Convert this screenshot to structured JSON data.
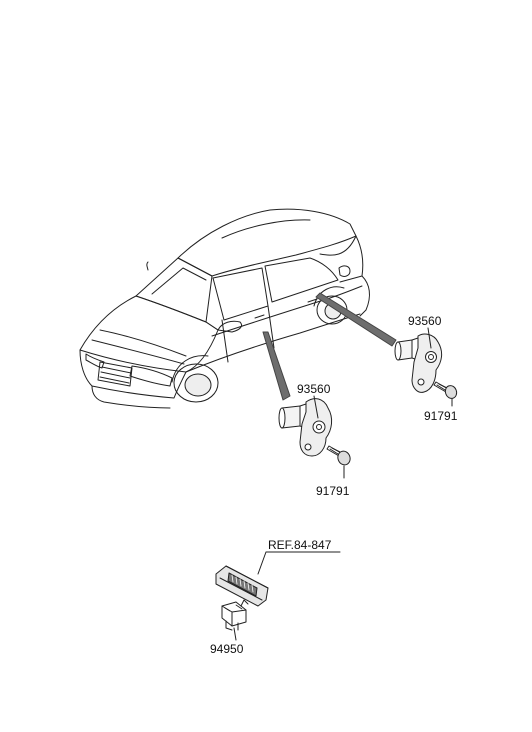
{
  "diagram": {
    "labels": {
      "switch_rear": "93560",
      "bolt_rear": "91791",
      "switch_front": "93560",
      "bolt_front": "91791",
      "reference": "REF.84-847",
      "switch_console": "94950"
    },
    "colors": {
      "line": "#222222",
      "leader_fill": "#6e6e6e",
      "shade": "#d8d8d8"
    }
  }
}
